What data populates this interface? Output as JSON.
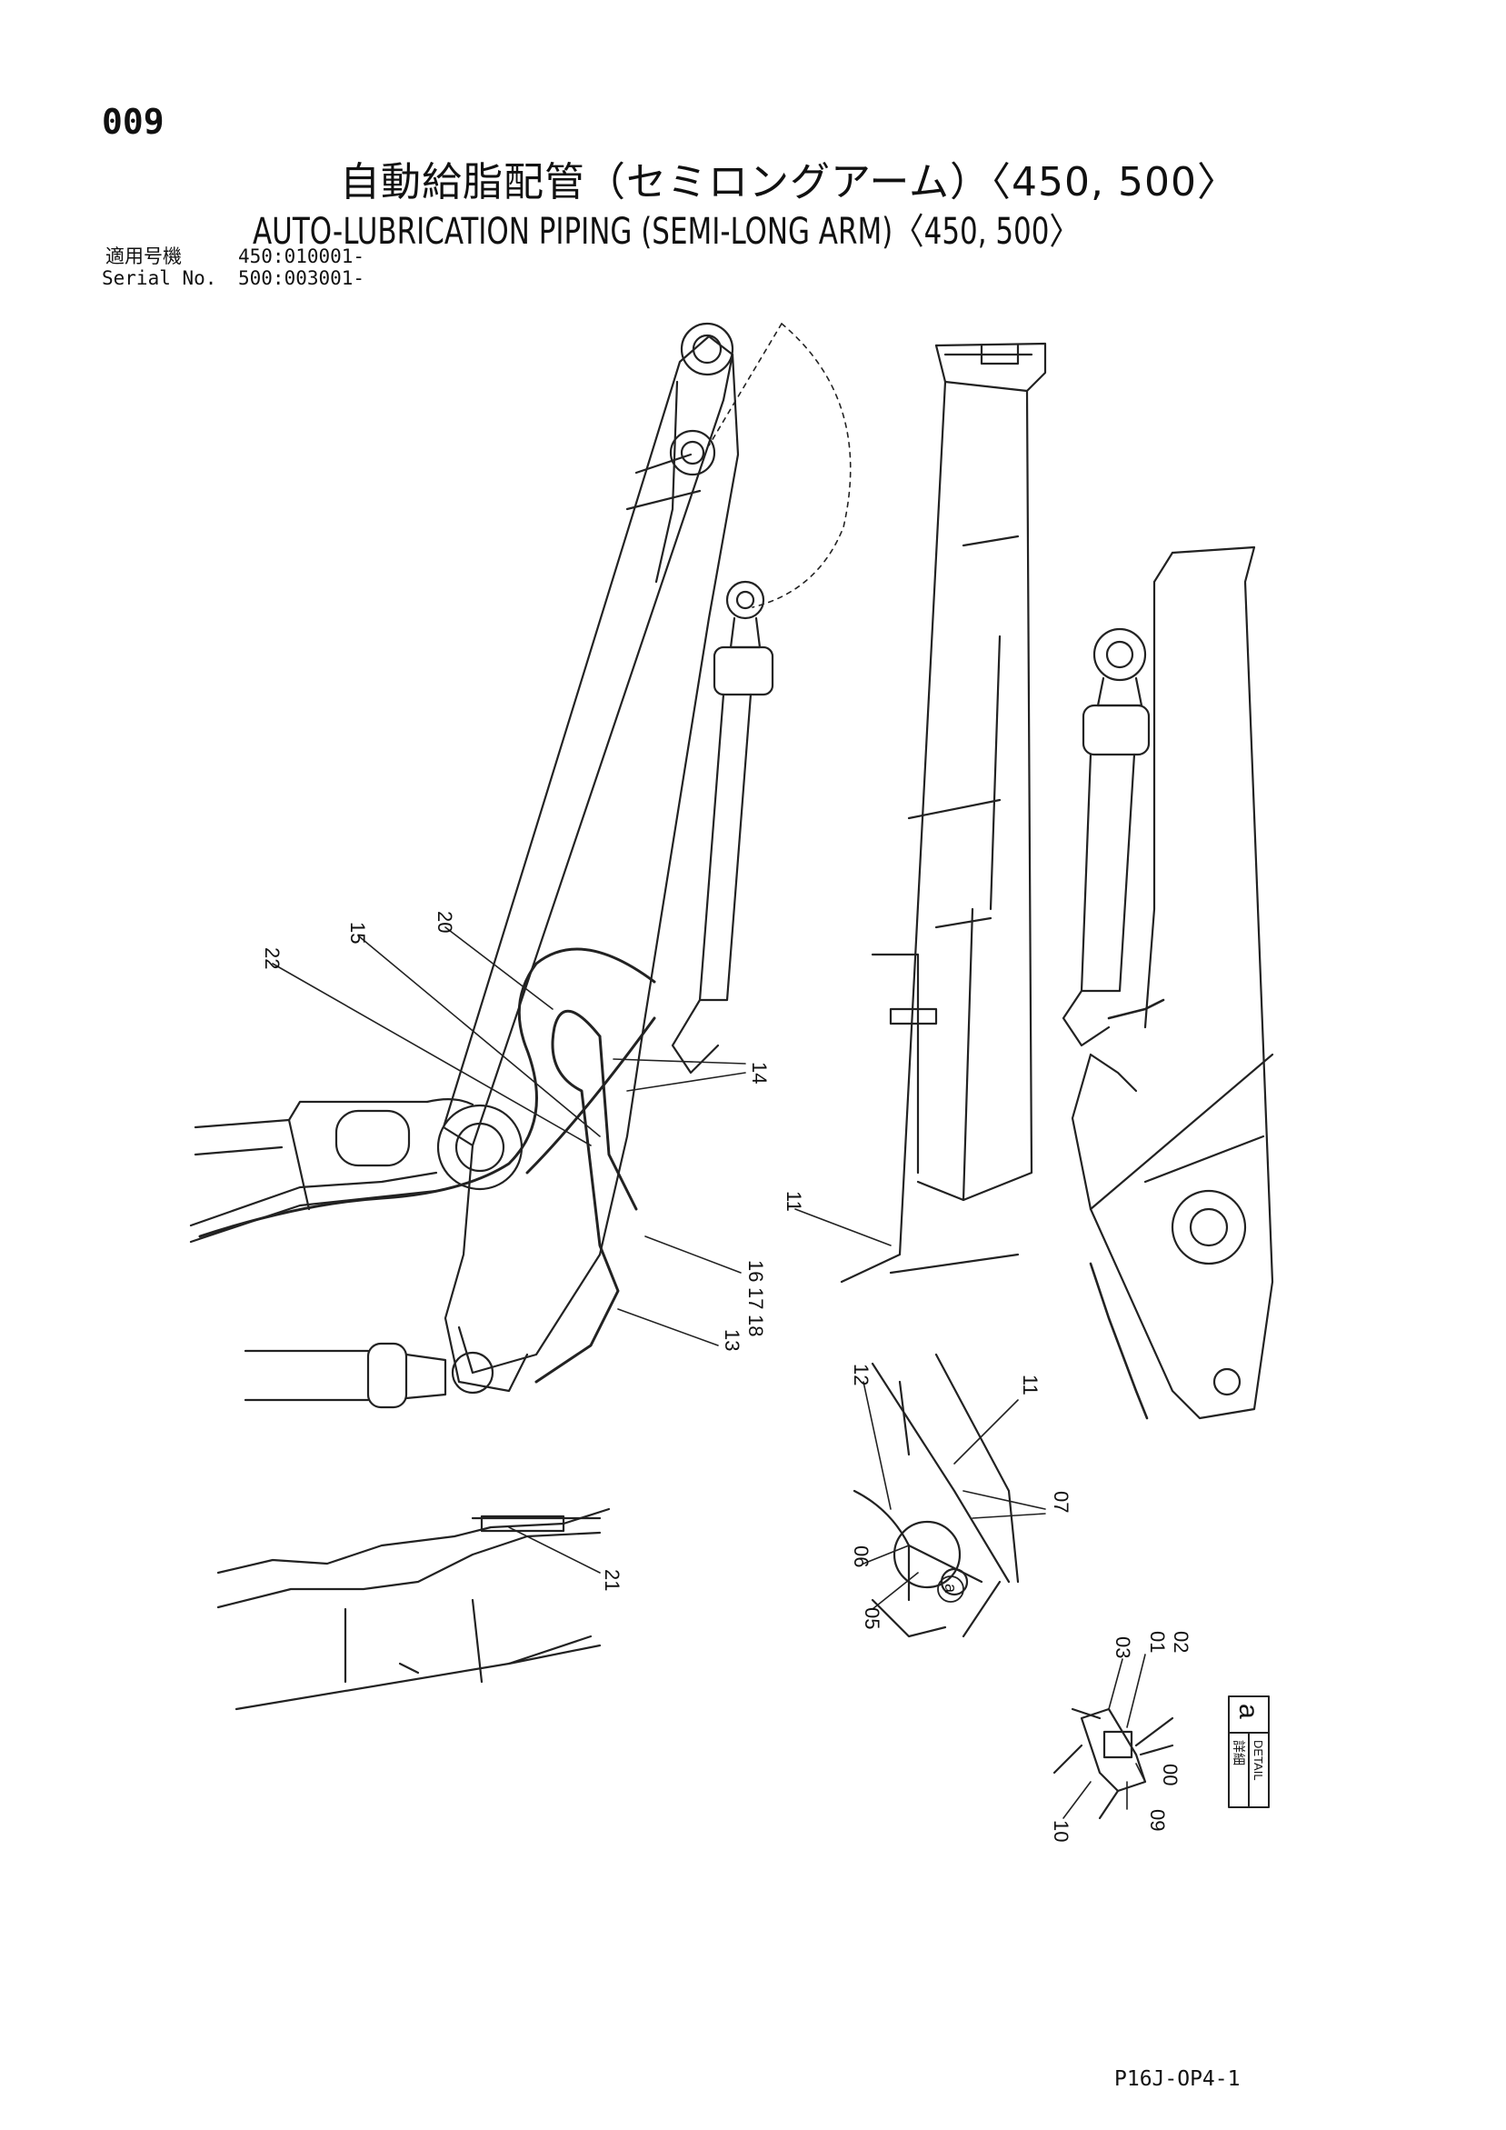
{
  "page_number": "009",
  "title_jp": "自動給脂配管（セミロングアーム）〈450, 500〉",
  "title_en": "AUTO-LUBRICATION PIPING (SEMI-LONG ARM)〈450, 500〉",
  "serial": {
    "label_jp": "適用号機",
    "label_en": "Serial No.",
    "values": [
      "450:010001-",
      "500:003001-"
    ]
  },
  "part_labels": [
    "22",
    "15",
    "20",
    "14",
    "11",
    "16",
    "17",
    "18",
    "13",
    "12",
    "11",
    "07",
    "06",
    "05",
    "21",
    "03",
    "01",
    "02",
    "00",
    "09",
    "10"
  ],
  "detail_box": {
    "char": "a",
    "text_jp": "詳細",
    "text_en": "DETAIL"
  },
  "callout_marker": "a",
  "drawing_code": "P16J-OP4-1"
}
